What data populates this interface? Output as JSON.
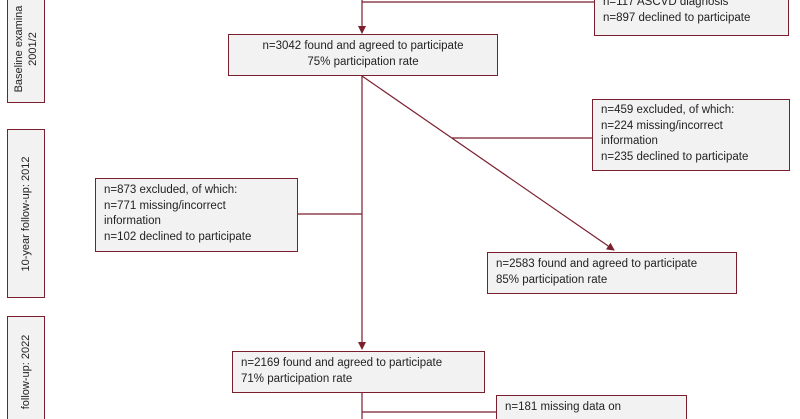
{
  "phases": {
    "baseline": [
      "Baseline examina",
      "2001/2"
    ],
    "followup10": "10-year follow-up: 2012",
    "followup20": "follow-up: 2022"
  },
  "boxes": {
    "top_right_partial": [
      "n=117 ASCVD diagnosis",
      "n=897 declined to participate"
    ],
    "baseline_found": [
      "n=3042 found and agreed to participate",
      "75% participation rate"
    ],
    "excluded_right": [
      "n=459 excluded, of which:",
      "n=224 missing/incorrect",
      "information",
      "n=235 declined to participate"
    ],
    "excluded_left": [
      "n=873 excluded, of which:",
      "n=771 missing/incorrect",
      "information",
      "n=102 declined to participate"
    ],
    "found_2012": [
      "n=2583 found and agreed to participate",
      "85% participation rate"
    ],
    "found_2022": [
      "n=2169 found and agreed to participate",
      "71% participation rate"
    ],
    "missing_bottom": [
      "n=181 missing data on"
    ]
  },
  "colors": {
    "line": "#7a1f2e",
    "box_fill": "#f2f2f2",
    "box_border": "#7a1f2e"
  }
}
